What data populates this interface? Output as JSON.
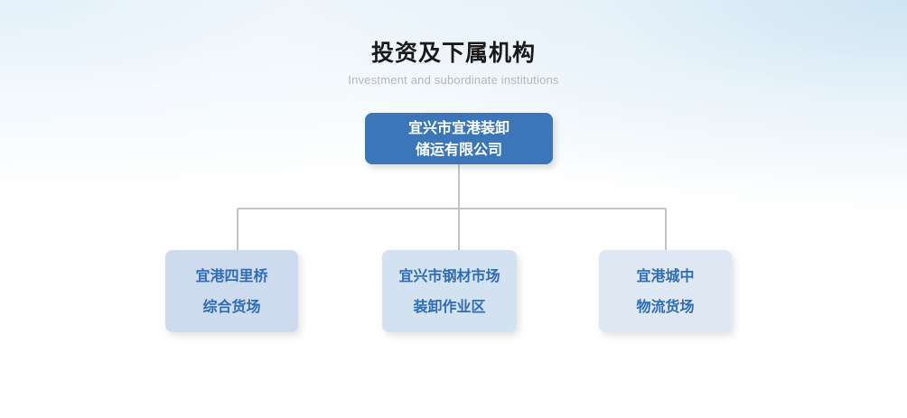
{
  "heading": {
    "title": "投资及下属机构",
    "subtitle": "Investment and subordinate institutions"
  },
  "colors": {
    "root_bg": "#3a76b8",
    "root_text": "#ffffff",
    "child_bg": "#cfdff1",
    "child_text": "#2f6cb5",
    "connector": "#c0c0c0",
    "title_text": "#1a1a1a",
    "subtitle_text": "#b3b7bb",
    "page_bg_tint": "#e6f1fa"
  },
  "chart_data": {
    "type": "org-chart",
    "title": "投资及下属机构",
    "subtitle": "Investment and subordinate institutions",
    "root": {
      "id": "root",
      "lines": [
        "宜兴市宜港装卸",
        "储运有限公司"
      ],
      "text": "宜兴市宜港装卸储运有限公司"
    },
    "children": [
      {
        "id": "child-1",
        "lines": [
          "宜港四里桥",
          "综合货场"
        ],
        "text": "宜港四里桥综合货场"
      },
      {
        "id": "child-2",
        "lines": [
          "宜兴市钢材市场",
          "装卸作业区"
        ],
        "text": "宜兴市钢材市场装卸作业区"
      },
      {
        "id": "child-3",
        "lines": [
          "宜港城中",
          "物流货场"
        ],
        "text": "宜港城中物流货场"
      }
    ],
    "edges": [
      {
        "from": "root",
        "to": "child-1"
      },
      {
        "from": "root",
        "to": "child-2"
      },
      {
        "from": "root",
        "to": "child-3"
      }
    ],
    "layout": "top-down, single root with three siblings joined by an orthogonal bus line"
  }
}
